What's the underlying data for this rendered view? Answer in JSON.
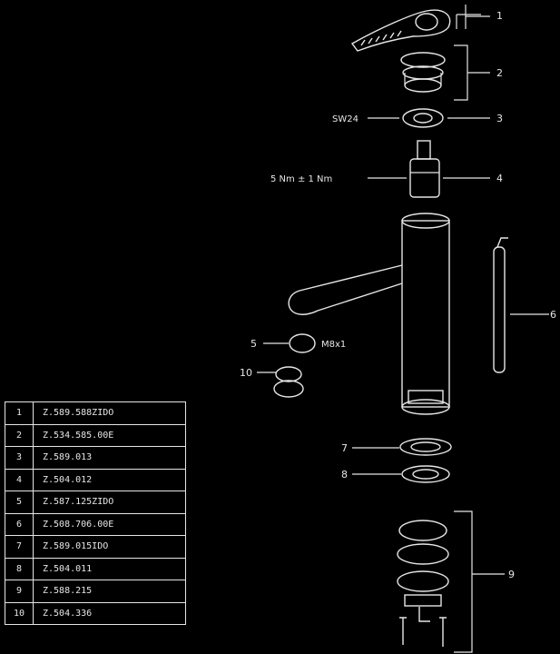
{
  "callouts": {
    "n1": "1",
    "n2": "2",
    "n3": "3",
    "n4": "4",
    "n5": "5",
    "n6": "6",
    "n7": "7",
    "n8": "8",
    "n9": "9",
    "n10": "10"
  },
  "annotations": {
    "size_label": "SW24",
    "torque_label": "5 Nm ± 1 Nm",
    "small_label": "M8x1"
  },
  "parts_table": [
    {
      "num": "1",
      "code": "Z.589.588ZIDO"
    },
    {
      "num": "2",
      "code": "Z.534.585.00E"
    },
    {
      "num": "3",
      "code": "Z.589.013"
    },
    {
      "num": "4",
      "code": "Z.504.012"
    },
    {
      "num": "5",
      "code": "Z.587.125ZIDO"
    },
    {
      "num": "6",
      "code": "Z.508.706.00E"
    },
    {
      "num": "7",
      "code": "Z.589.015IDO"
    },
    {
      "num": "8",
      "code": "Z.504.011"
    },
    {
      "num": "9",
      "code": "Z.588.215"
    },
    {
      "num": "10",
      "code": "Z.504.336"
    }
  ]
}
